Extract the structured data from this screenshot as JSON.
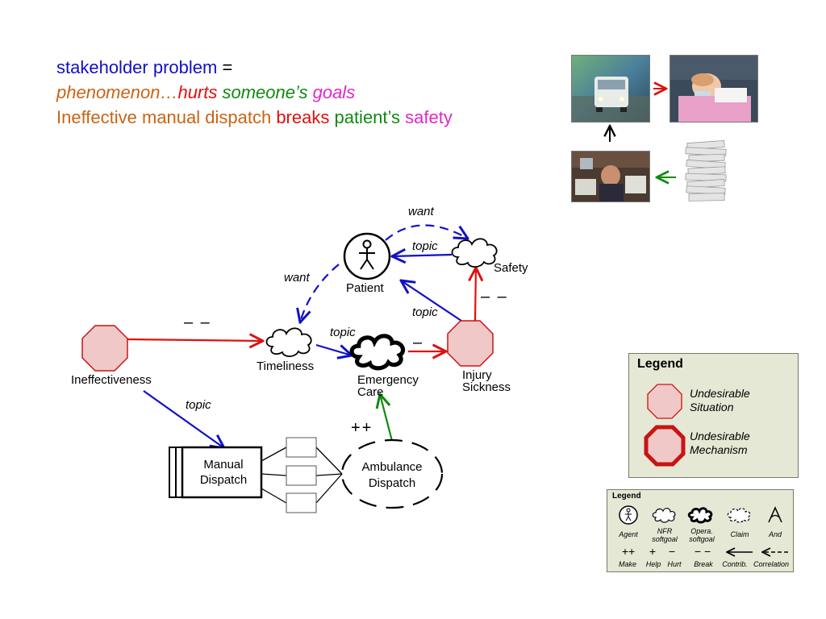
{
  "title": {
    "line1": {
      "stakeholder_problem": "stakeholder problem",
      "equals": " ="
    },
    "line2": {
      "phenomenon": "phenomenon…",
      "hurts": "hurts",
      "someones": " someone’s",
      "goals": " goals"
    },
    "line3": {
      "ineffective": "Ineffective manual dispatch",
      "breaks": " breaks",
      "patients": " patient’s",
      "safety": " safety"
    }
  },
  "diagram": {
    "nodes": {
      "patient": "Patient",
      "safety": "Safety",
      "timeliness": "Timeliness",
      "emergency_care_1": "Emergency",
      "emergency_care_2": "Care",
      "injury_1": "Injury",
      "injury_2": "Sickness",
      "ineffectiveness": "Ineffectiveness",
      "manual_dispatch_1": "Manual",
      "manual_dispatch_2": "Dispatch",
      "ambulance_dispatch_1": "Ambulance",
      "ambulance_dispatch_2": "Dispatch"
    },
    "edges": {
      "want_top": "want",
      "want_left": "want",
      "topic_safety_patient": "topic",
      "topic_injury_patient": "topic",
      "topic_timeliness_care": "topic",
      "topic_ineff_manual": "topic",
      "break_ineff_timeliness": "– –",
      "break_injury_safety": "– –",
      "hurt_care_injury": "–",
      "make_amb_care": "++"
    }
  },
  "legend_situation": {
    "heading": "Legend",
    "undesirable_situation_1": "Undesirable",
    "undesirable_situation_2": "Situation",
    "undesirable_mechanism_1": "Undesirable",
    "undesirable_mechanism_2": "Mechanism"
  },
  "legend_notation": {
    "heading": "Legend",
    "agent": "Agent",
    "nfr_1": "NFR",
    "nfr_2": "softgoal",
    "opera_1": "Opera.",
    "opera_2": "softgoal",
    "claim": "Claim",
    "and": "And",
    "make_sym": "++",
    "help_sym": "+",
    "hurt_sym": "−",
    "break_sym": "− −",
    "make": "Make",
    "help": "Help",
    "hurt": "Hurt",
    "break": "Break",
    "contrib": "Contrib.",
    "correlation": "Correlation"
  },
  "colors": {
    "blue": "#1010c8",
    "red": "#e01010",
    "green": "#108a10",
    "orange": "#c86414",
    "pink": "#e028c8",
    "situation_fill": "#f0c8c8",
    "mechanism_stroke": "#c81414"
  }
}
